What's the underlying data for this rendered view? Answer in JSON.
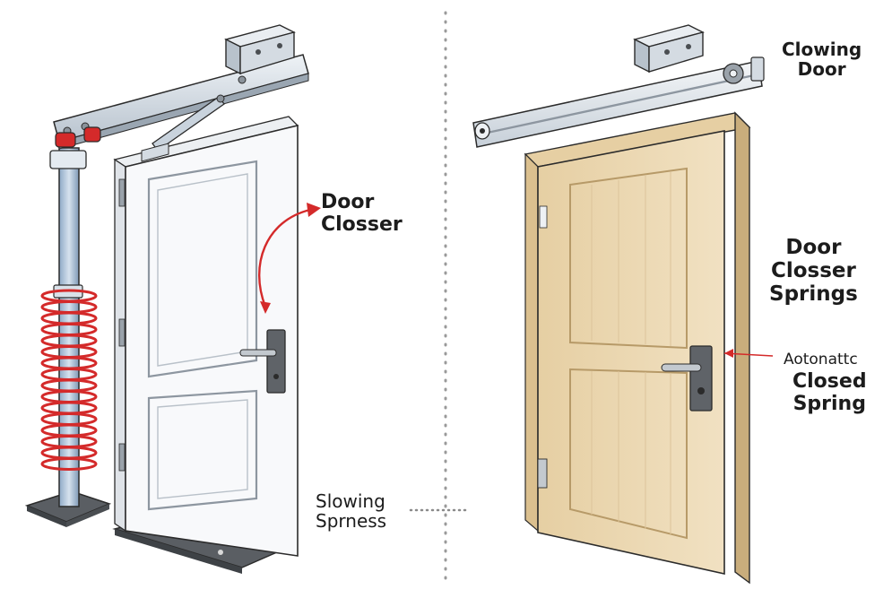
{
  "left_panel": {
    "label_door_closer": [
      "Door",
      "Closser"
    ],
    "label_slowing": [
      "Slowing",
      "Sprness"
    ]
  },
  "right_panel": {
    "label_clowing_door": [
      "Clowing",
      "Door"
    ],
    "label_springs": [
      "Door",
      "Closser",
      "Springs"
    ],
    "label_automatic": "Aotonattc",
    "label_closed_spring": [
      "Closed",
      "Spring"
    ]
  },
  "colors": {
    "spring_red": "#d42a2a",
    "arrow_red": "#d42a2a",
    "steel": "#c9d3dd",
    "steel_blue": "#a9bfd6",
    "door_white": "#f8f9fb",
    "wood": "#ecd9b4",
    "wood_dark": "#c9ad7c",
    "hardware": "#6b6f75",
    "outline": "#2b2b2b"
  },
  "icons": {
    "arrow": "curved-arrow-icon",
    "spring": "coil-spring-icon"
  }
}
